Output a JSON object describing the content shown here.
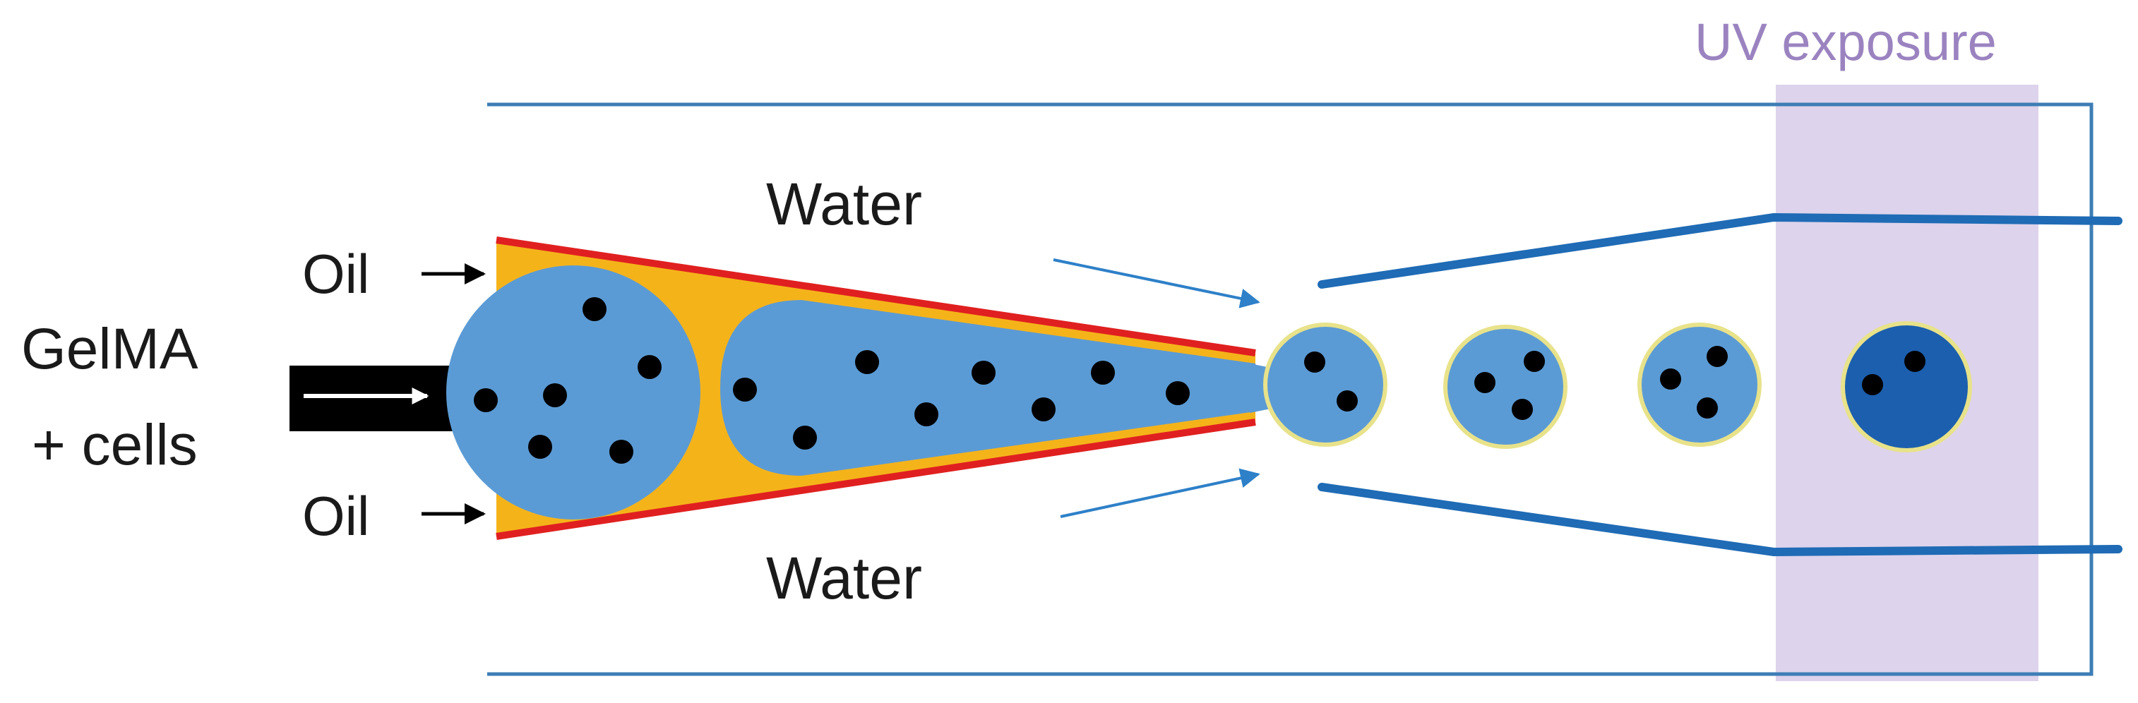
{
  "labels": {
    "uv_exposure": "UV exposure",
    "water_top": "Water",
    "water_bottom": "Water",
    "oil_top": "Oil",
    "oil_bottom": "Oil",
    "gelma_line1": "GelMA",
    "gelma_line2": "+ cells"
  },
  "colors": {
    "outer_channel": "#3d7db5",
    "inner_channel": "#1f6bb5",
    "uv_band": "#ddd3ec",
    "uv_text": "#9b83c0",
    "cone_wall": "#e02020",
    "oil": "#f5b31a",
    "gelma": "#5b9bd5",
    "gelma_cured": "#1c5fae",
    "droplet_ring": "#e8e28a",
    "cell": "#000000",
    "arrow_flow": "#2e80c8",
    "inlet": "#000000"
  },
  "icons": [
    "oil-arrow-icon",
    "water-flow-arrow-icon",
    "inlet-arrow-icon"
  ]
}
